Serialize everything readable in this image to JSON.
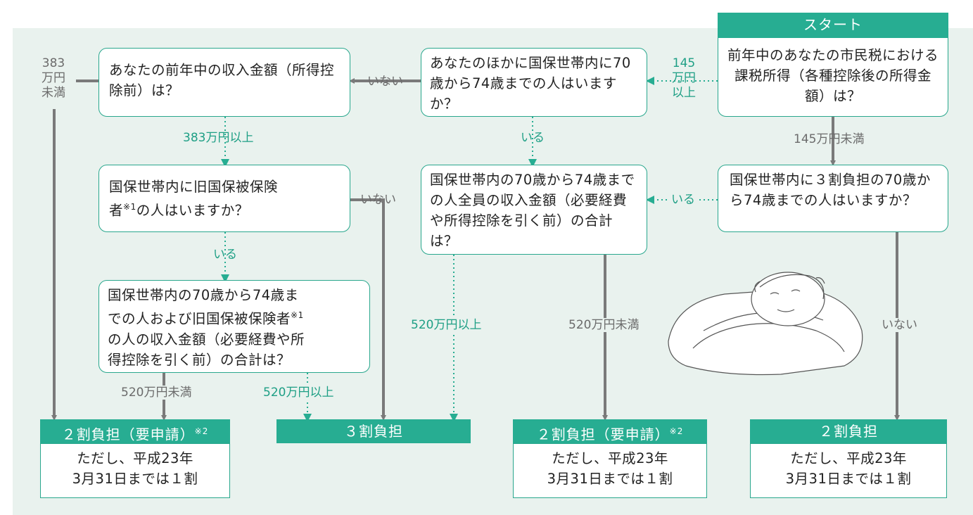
{
  "colors": {
    "accent": "#27ad92",
    "background": "#e9f2ee",
    "solid_line": "#7a7a7a"
  },
  "start": {
    "header": "スタート",
    "question": "前年中のあなたの市民税における課税所得（各種控除後の所得金額）は？"
  },
  "nodes": {
    "q_other_70_74": "あなたのほかに国保世帯内に70歳から74歳までの人はいますか？",
    "q_prev_income": "あなたの前年中の収入金額（所得控除前）は？",
    "q_former_insured": "国保世帯内に旧国保被保険者※1の人はいますか？",
    "q_total_with_former": "国保世帯内の70歳から74歳までの人および旧国保被保険者※1の人の収入金額（必要経費や所得控除を引く前）の合計は？",
    "q_total_70_74": "国保世帯内の70歳から74歳までの人全員の収入金額（必要経費や所得控除を引く前）の合計は？",
    "q_30pct_person": "国保世帯内に３割負担の70歳から74歳までの人はいますか？"
  },
  "results": {
    "r1": {
      "header": "２割負担（要申請）",
      "note": "※2",
      "line1": "ただし、平成23年",
      "line2": "3月31日までは１割"
    },
    "r2": {
      "header": "３割負担"
    },
    "r3": {
      "header": "２割負担（要申請）",
      "note": "※2",
      "line1": "ただし、平成23年",
      "line2": "3月31日までは１割"
    },
    "r4": {
      "header": "２割負担",
      "line1": "ただし、平成23年",
      "line2": "3月31日までは１割"
    }
  },
  "labels": {
    "ge145_a": "145",
    "ge145_b": "万円",
    "ge145_c": "以上",
    "lt145": "145万円未満",
    "nobody_1": "いない",
    "lt383_a": "383",
    "lt383_b": "万円",
    "lt383_c": "未満",
    "ge383": "383万円以上",
    "someone_1": "いる",
    "someone_2": "いる",
    "someone_3": "いる",
    "nobody_2": "いない",
    "nobody_3": "いない",
    "lt520_1": "520万円未満",
    "ge520_1": "520万円以上",
    "ge520_2": "520万円以上",
    "lt520_2": "520万円未満"
  }
}
